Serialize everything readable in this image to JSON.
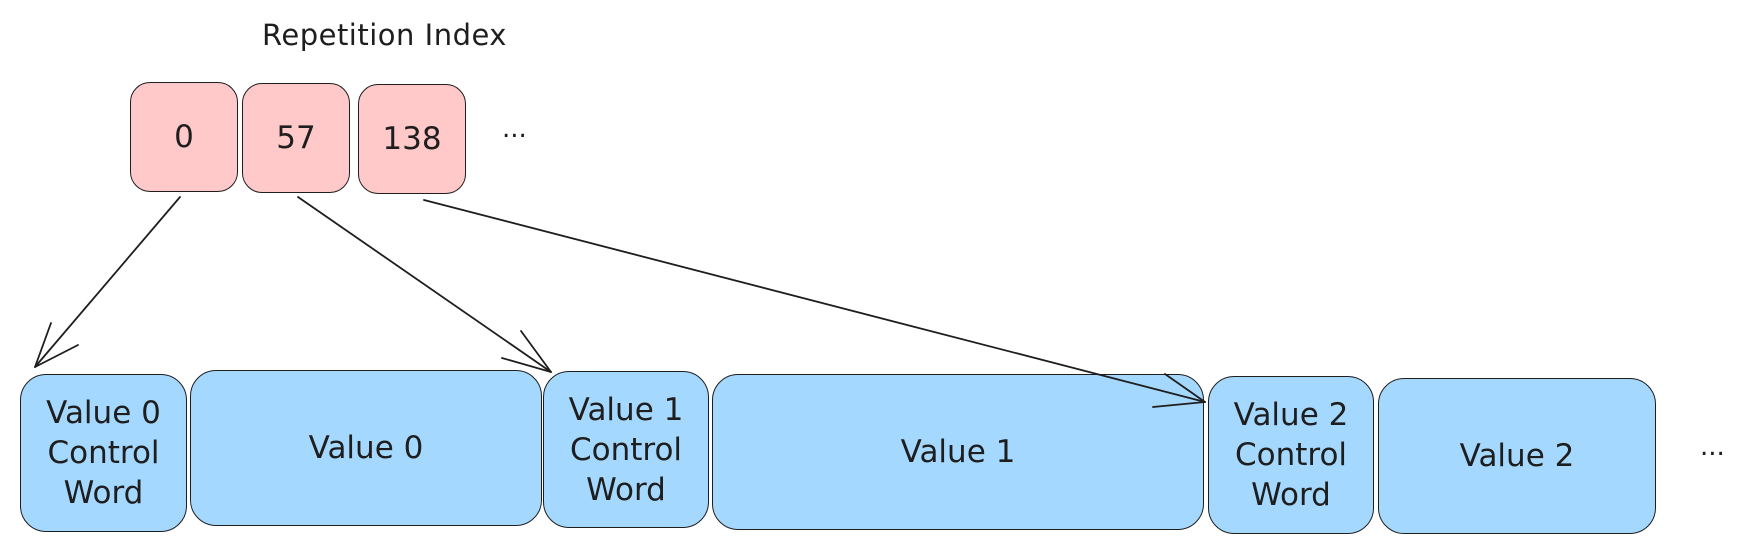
{
  "title": "Repetition Index",
  "repetition_index": {
    "entries": [
      "0",
      "57",
      "138"
    ],
    "ellipsis": "..."
  },
  "values": [
    {
      "label": "Value 0\nControl\nWord"
    },
    {
      "label": "Value 0"
    },
    {
      "label": "Value 1\nControl\nWord"
    },
    {
      "label": "Value 1"
    },
    {
      "label": "Value 2\nControl\nWord"
    },
    {
      "label": "Value 2"
    }
  ],
  "values_ellipsis": "...",
  "colors": {
    "index_fill": "#ffc9c9",
    "value_fill": "#a5d8ff",
    "stroke": "#1e1e1e"
  }
}
